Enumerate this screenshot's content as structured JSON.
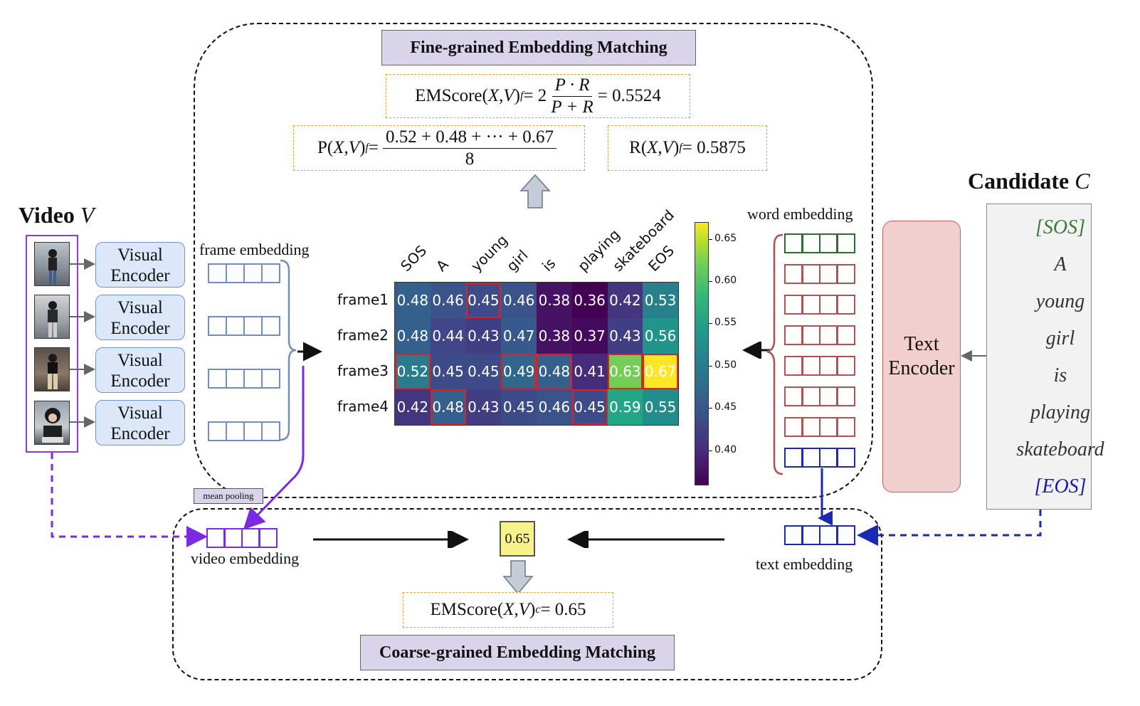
{
  "fine": {
    "title": "Fine-grained Embedding Matching",
    "emscore": {
      "prefix": "EMScore(",
      "X": "X",
      "comma": ", ",
      "V": "V",
      "close": ")",
      "sub": "f",
      "eq": " = 2",
      "num": "P · R",
      "den": "P + R",
      "result": " = 0.5524"
    },
    "precision": {
      "prefix": "P(",
      "X": "X",
      "comma": ", ",
      "V": "V",
      "close": ")",
      "sub": "f",
      "eq": " = ",
      "num": "0.52 + 0.48 + ··· + 0.67",
      "den": "8"
    },
    "recall": {
      "prefix": "R(",
      "X": "X",
      "comma": ", ",
      "V": "V",
      "close": ")",
      "sub": "f",
      "result": " = 0.5875"
    }
  },
  "coarse": {
    "title": "Coarse-grained Embedding Matching",
    "emscore": {
      "prefix": "EMScore(",
      "X": "X",
      "comma": ", ",
      "V": "V",
      "close": ")",
      "sub": "c",
      "result": " = 0.65"
    },
    "score": "0.65"
  },
  "video": {
    "title": "Video",
    "symbol": "V",
    "encoder_label_1": "Visual",
    "encoder_label_2": "Encoder"
  },
  "candidate": {
    "title": "Candidate",
    "symbol": "C",
    "words": [
      {
        "text": "[SOS]",
        "color": "#3a7a3a"
      },
      {
        "text": "A",
        "color": "#333333"
      },
      {
        "text": "young",
        "color": "#333333"
      },
      {
        "text": "girl",
        "color": "#333333"
      },
      {
        "text": "is",
        "color": "#333333"
      },
      {
        "text": "playing",
        "color": "#333333"
      },
      {
        "text": "skateboard",
        "color": "#333333"
      },
      {
        "text": "[EOS]",
        "color": "#1a1aa8"
      }
    ]
  },
  "text_encoder": {
    "line1": "Text",
    "line2": "Encoder"
  },
  "labels": {
    "frame_embedding": "frame embedding",
    "word_embedding": "word embedding",
    "video_embedding": "video embedding",
    "text_embedding": "text embedding",
    "mean_pooling": "mean pooling"
  },
  "chart_data": {
    "type": "heatmap",
    "x": [
      "SOS",
      "A",
      "young",
      "girl",
      "is",
      "playing",
      "skateboard",
      "EOS"
    ],
    "y": [
      "frame1",
      "frame2",
      "frame3",
      "frame4"
    ],
    "values": [
      [
        0.48,
        0.46,
        0.45,
        0.46,
        0.38,
        0.36,
        0.42,
        0.53
      ],
      [
        0.48,
        0.44,
        0.43,
        0.47,
        0.38,
        0.37,
        0.43,
        0.56
      ],
      [
        0.52,
        0.45,
        0.45,
        0.49,
        0.48,
        0.41,
        0.63,
        0.67
      ],
      [
        0.42,
        0.48,
        0.43,
        0.45,
        0.46,
        0.45,
        0.59,
        0.55
      ]
    ],
    "highlighted": [
      [
        0,
        2
      ],
      [
        2,
        0
      ],
      [
        2,
        3
      ],
      [
        2,
        4
      ],
      [
        2,
        6
      ],
      [
        2,
        7
      ],
      [
        3,
        1
      ],
      [
        3,
        5
      ]
    ],
    "colorbar": {
      "min": 0.36,
      "max": 0.67,
      "ticks": [
        "0.40",
        "0.45",
        "0.50",
        "0.55",
        "0.60",
        "0.65"
      ],
      "colormap": "viridis"
    }
  },
  "colors": {
    "visual_encoder_fill": "#dce8fa",
    "text_encoder_fill": "#f2cfcf",
    "frame_vec": "#6f8fc0",
    "word_vec_sos": "#2e6b2e",
    "word_vec": "#b05050",
    "word_vec_eos": "#1a2ab0",
    "video_vec": "#7a2ae0",
    "text_vec": "#1a2ab0",
    "score_fill": "#f7f38a"
  }
}
